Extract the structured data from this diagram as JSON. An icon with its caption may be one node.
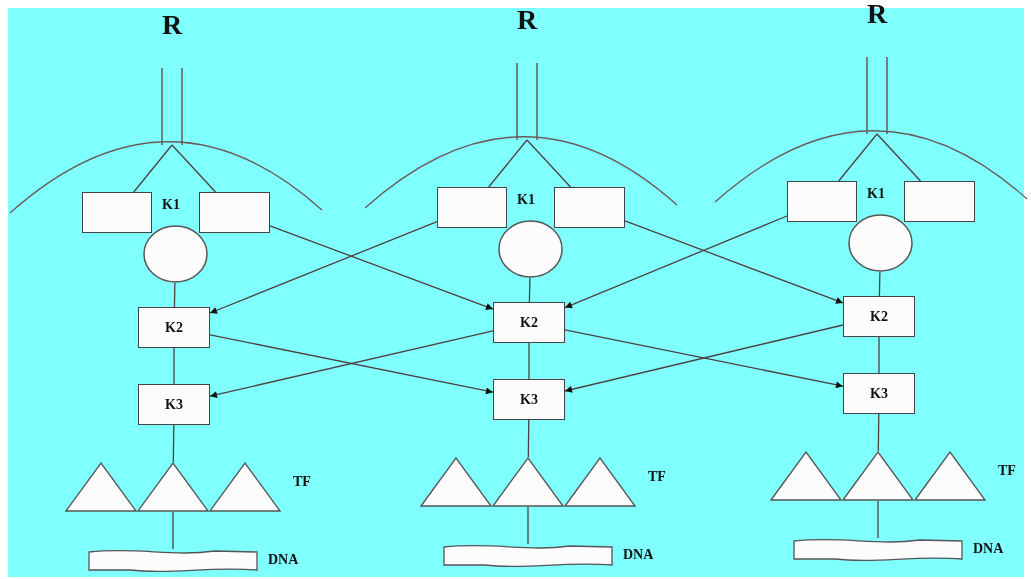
{
  "diagram": {
    "nodes": [
      {
        "text": [
          "R"
        ]
      },
      {
        "text": [],
        "shape": "box",
        "beside": [
          "K1"
        ]
      },
      {
        "text": [],
        "shape": "box"
      },
      {
        "text": [],
        "shape": "circle"
      },
      {
        "text": [
          "K2"
        ]
      },
      {
        "text": [
          "K3"
        ]
      },
      {
        "text": [],
        "shape": "triangle"
      },
      {
        "text": [],
        "shape": "triangle"
      },
      {
        "text": [],
        "shape": "triangle",
        "beside": [
          "TF"
        ]
      },
      {
        "text": [],
        "shape": "ribbon",
        "beside": [
          "DNA"
        ]
      },
      {
        "text": [
          "R"
        ]
      },
      {
        "text": [],
        "shape": "box",
        "beside": [
          "K1"
        ]
      },
      {
        "text": [],
        "shape": "box"
      },
      {
        "text": [],
        "shape": "circle"
      },
      {
        "text": [
          "K2"
        ]
      },
      {
        "text": [
          "K3"
        ]
      },
      {
        "text": [],
        "shape": "triangle"
      },
      {
        "text": [],
        "shape": "triangle"
      },
      {
        "text": [],
        "shape": "triangle",
        "beside": [
          "TF"
        ]
      },
      {
        "text": [],
        "shape": "ribbon",
        "beside": [
          "DNA"
        ]
      },
      {
        "text": [
          "R"
        ]
      },
      {
        "text": [],
        "shape": "box",
        "beside": [
          "K1"
        ]
      },
      {
        "text": [],
        "shape": "box"
      },
      {
        "text": [],
        "shape": "circle"
      },
      {
        "text": [
          "K2"
        ]
      },
      {
        "text": [
          "K3"
        ]
      },
      {
        "text": [],
        "shape": "triangle"
      },
      {
        "text": [],
        "shape": "triangle"
      },
      {
        "text": [],
        "shape": "triangle",
        "beside": [
          "TF"
        ]
      },
      {
        "text": [],
        "shape": "ribbon",
        "beside": [
          "DNA"
        ]
      }
    ],
    "edges": [
      {
        "from": 0,
        "to": 1,
        "arrow": "none"
      },
      {
        "from": 0,
        "to": 2,
        "arrow": "none"
      },
      {
        "from": 3,
        "to": 4,
        "arrow": "none"
      },
      {
        "from": 4,
        "to": 5,
        "arrow": "none"
      },
      {
        "from": 5,
        "to": 7,
        "arrow": "none"
      },
      {
        "from": 7,
        "to": 9,
        "arrow": "none"
      },
      {
        "from": 10,
        "to": 11,
        "arrow": "none"
      },
      {
        "from": 10,
        "to": 12,
        "arrow": "none"
      },
      {
        "from": 13,
        "to": 14,
        "arrow": "none"
      },
      {
        "from": 14,
        "to": 15,
        "arrow": "none"
      },
      {
        "from": 15,
        "to": 17,
        "arrow": "none"
      },
      {
        "from": 17,
        "to": 19,
        "arrow": "none"
      },
      {
        "from": 20,
        "to": 21,
        "arrow": "none"
      },
      {
        "from": 20,
        "to": 22,
        "arrow": "none"
      },
      {
        "from": 23,
        "to": 24,
        "arrow": "none"
      },
      {
        "from": 24,
        "to": 25,
        "arrow": "none"
      },
      {
        "from": 25,
        "to": 27,
        "arrow": "none"
      },
      {
        "from": 27,
        "to": 29,
        "arrow": "none"
      },
      {
        "from": 2,
        "to": 14,
        "arrow": "to"
      },
      {
        "from": 11,
        "to": 4,
        "arrow": "to"
      },
      {
        "from": 12,
        "to": 24,
        "arrow": "to"
      },
      {
        "from": 21,
        "to": 14,
        "arrow": "to"
      },
      {
        "from": 4,
        "to": 15,
        "arrow": "to"
      },
      {
        "from": 14,
        "to": 5,
        "arrow": "to"
      },
      {
        "from": 14,
        "to": 25,
        "arrow": "to"
      },
      {
        "from": 24,
        "to": 15,
        "arrow": "to"
      }
    ]
  }
}
